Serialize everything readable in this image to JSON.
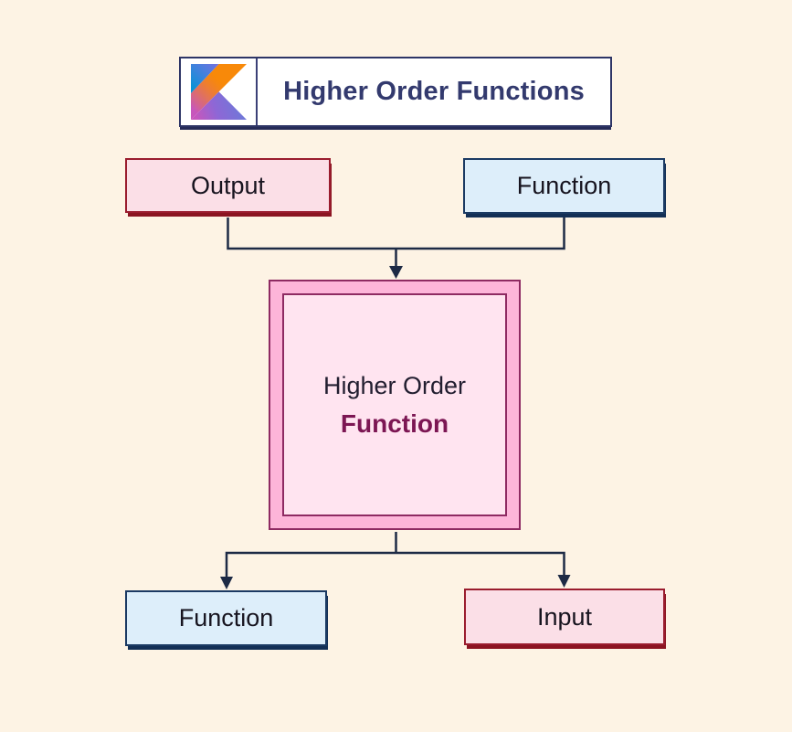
{
  "header": {
    "title": "Higher Order Functions",
    "logo": "kotlin-logo"
  },
  "diagram": {
    "top_row": [
      {
        "id": "output",
        "label": "Output",
        "variant": "pink"
      },
      {
        "id": "function-top",
        "label": "Function",
        "variant": "blue"
      }
    ],
    "center": {
      "line1": "Higher Order",
      "line2": "Function"
    },
    "bottom_row": [
      {
        "id": "function-bottom",
        "label": "Function",
        "variant": "blue"
      },
      {
        "id": "input",
        "label": "Input",
        "variant": "pink"
      }
    ]
  },
  "colors": {
    "background": "#fdf3e4",
    "connector": "#1d2a45",
    "title_text": "#333a6e",
    "title_border": "#2e3566",
    "pink_fill": "#fbdfe7",
    "pink_border": "#9a1c2e",
    "pink_shadow": "#8b1421",
    "blue_fill": "#ddeefa",
    "blue_border": "#1b3a63",
    "blue_shadow": "#132f55",
    "center_ring": "#fdb5d9",
    "center_fill": "#ffe4f0",
    "center_border": "#8e2a62",
    "center_accent_text": "#7c1653",
    "kotlin_blue": "#0095D5",
    "kotlin_purple": "#806EE3",
    "kotlin_magenta": "#C757BC",
    "kotlin_orange": "#F88909"
  }
}
